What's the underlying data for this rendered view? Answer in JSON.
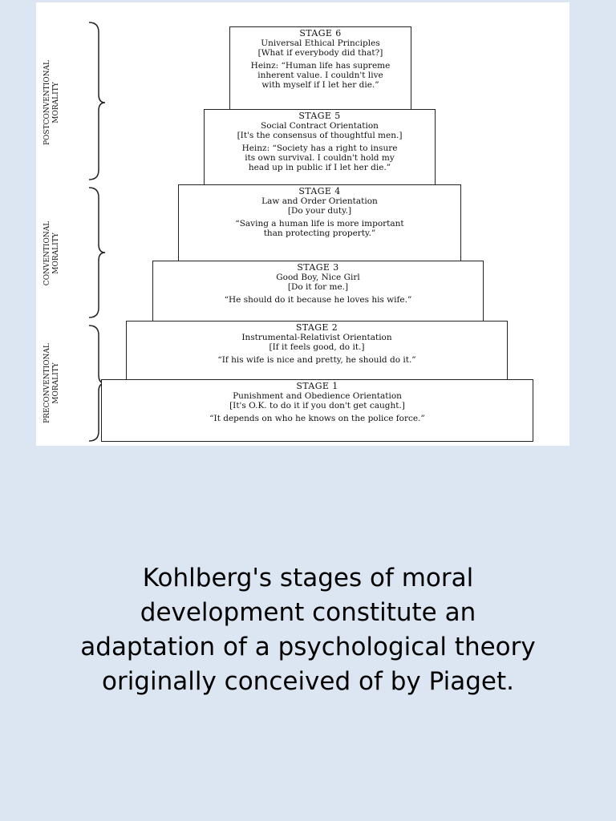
{
  "figure": {
    "levels": {
      "postconventional": "POSTCONVENTIONAL\nMORALITY",
      "conventional": "CONVENTIONAL\nMORALITY",
      "preconventional": "PRECONVENTIONAL\nMORALITY"
    },
    "stages": {
      "s6": {
        "title": "STAGE 6",
        "name": "Universal Ethical Principles",
        "motto": "[What if everybody did that?]",
        "quote": "Heinz: “Human life has supreme\ninherent value. I couldn't live\nwith myself if I let her die.”"
      },
      "s5": {
        "title": "STAGE 5",
        "name": "Social Contract Orientation",
        "motto": "[It's the consensus of thoughtful men.]",
        "quote": "Heinz: “Society has a right to insure\nits own survival. I couldn't hold my\nhead up in public if I let her die.”"
      },
      "s4": {
        "title": "STAGE 4",
        "name": "Law and Order Orientation",
        "motto": "[Do your duty.]",
        "quote": "“Saving a human life is more important\nthan protecting property.”"
      },
      "s3": {
        "title": "STAGE 3",
        "name": "Good Boy, Nice Girl",
        "motto": "[Do it for me.]",
        "quote": "“He should do it because he loves his wife.”"
      },
      "s2": {
        "title": "STAGE 2",
        "name": "Instrumental-Relativist Orientation",
        "motto": "[If it feels good, do it.]",
        "quote": "“If his wife is nice and pretty, he should do it.”"
      },
      "s1": {
        "title": "STAGE 1",
        "name": "Punishment and Obedience Orientation",
        "motto": "[It's O.K. to do it if you don't get caught.]",
        "quote": "“It depends on who he knows on the police force.”"
      }
    }
  },
  "caption": "Kohlberg's stages of moral\ndevelopment constitute an\nadaptation of a psychological theory\noriginally conceived of by Piaget."
}
